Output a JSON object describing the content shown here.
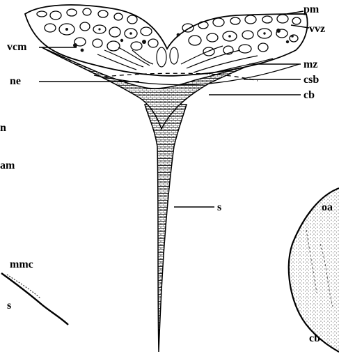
{
  "labels": {
    "pm": "pm",
    "vvz": "vvz",
    "vcm": "vcm",
    "mz": "mz",
    "ne": "ne",
    "csb": "csb",
    "cb": "cb",
    "n": "n",
    "am": "am",
    "s": "s",
    "mmc": "mmc",
    "s2": "s",
    "oa": "oa",
    "cb2": "cb"
  },
  "colors": {
    "ink": "#000000",
    "paper": "#ffffff"
  }
}
